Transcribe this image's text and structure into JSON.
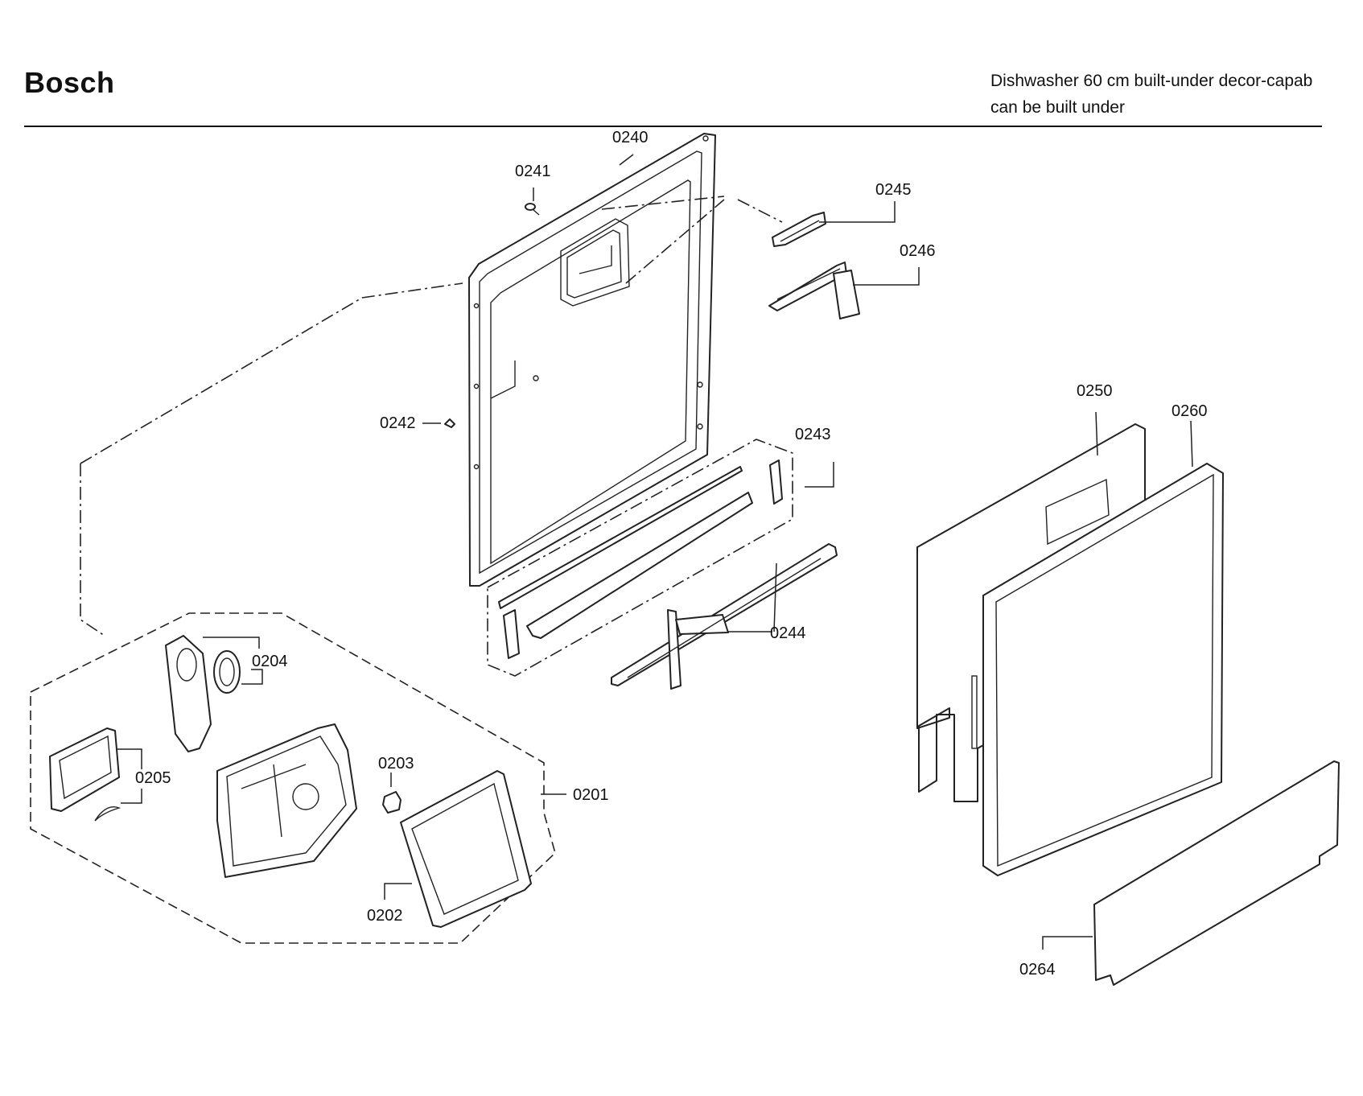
{
  "header": {
    "brand": "Bosch",
    "subtitle_line1": "Dishwasher 60 cm built-under decor-capab",
    "subtitle_line2": "can be built under"
  },
  "colors": {
    "line": "#222222",
    "background": "#ffffff"
  },
  "parts": {
    "p0240": "0240",
    "p0241": "0241",
    "p0242": "0242",
    "p0243": "0243",
    "p0244": "0244",
    "p0245": "0245",
    "p0246": "0246",
    "p0250": "0250",
    "p0260": "0260",
    "p0264": "0264",
    "p0201": "0201",
    "p0202": "0202",
    "p0203": "0203",
    "p0204": "0204",
    "p0205": "0205"
  }
}
